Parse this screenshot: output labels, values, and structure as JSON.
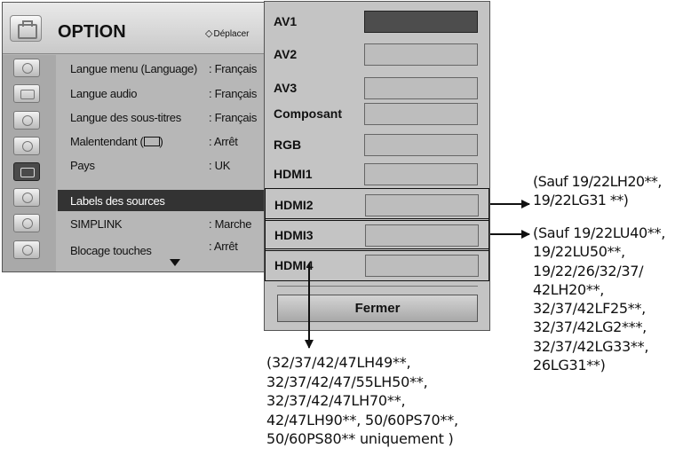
{
  "option_menu": {
    "title": "OPTION",
    "nav_hint": "Déplacer",
    "rows": [
      {
        "label": "Langue menu (Language)",
        "value": ": Français"
      },
      {
        "label": "Langue audio",
        "value": ": Français"
      },
      {
        "label": "Langue des sous-titres",
        "value": ": Français"
      },
      {
        "label": "Malentendant (",
        "label_end": ")",
        "value": ": Arrêt"
      },
      {
        "label": "Pays",
        "value": ": UK"
      },
      {
        "label": "Labels des sources",
        "value": ""
      },
      {
        "label": "SIMPLINK",
        "value": ": Marche"
      },
      {
        "label": "Blocage touches",
        "value": ": Arrêt"
      }
    ]
  },
  "source_panel": {
    "sources": [
      "AV1",
      "AV2",
      "AV3",
      "Composant",
      "RGB",
      "HDMI1",
      "HDMI2",
      "HDMI3",
      "HDMI4"
    ],
    "close_label": "Fermer"
  },
  "notes": {
    "hdmi2": [
      "(Sauf 19/22LH20**,",
      "19/22LG31 **)"
    ],
    "hdmi3": [
      "(Sauf  19/22LU40**,",
      "19/22LU50**,",
      "19/22/26/32/37/",
      "42LH20**,",
      "32/37/42LF25**,",
      "32/37/42LG2***,",
      "32/37/42LG33**,",
      "26LG31**)"
    ],
    "hdmi4": [
      "(32/37/42/47LH49**,",
      "32/37/42/47/55LH50**,",
      "32/37/42/47LH70**,",
      "42/47LH90**, 50/60PS70**,",
      "50/60PS80** uniquement )"
    ]
  },
  "colors": {
    "panel_bg": "#c4c4c4",
    "highlight": "#333333",
    "selected_field": "#4d4d4d"
  }
}
